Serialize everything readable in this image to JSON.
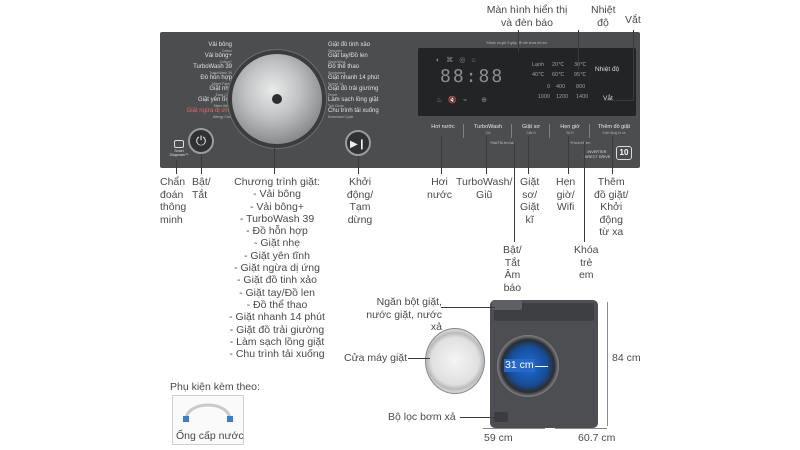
{
  "panel": {
    "left_programs": [
      {
        "label": "Vải bông",
        "sub": "Cotton"
      },
      {
        "label": "Vải bông+",
        "sub": "Cotton+"
      },
      {
        "label": "TurboWash 39",
        "sub": "TurboWash 39"
      },
      {
        "label": "Đồ hỗn hợp",
        "sub": "Mixed Fabric"
      },
      {
        "label": "Giặt nhẹ",
        "sub": "Easy Care"
      },
      {
        "label": "Giặt yên tĩnh",
        "sub": "Silent Wash"
      },
      {
        "label": "Giặt ngừa dị ứng",
        "sub": "Allergy Care"
      }
    ],
    "right_programs": [
      {
        "label": "Giặt đồ tinh xảo",
        "sub": "Delicates"
      },
      {
        "label": "Giặt tay/Đồ len",
        "sub": "Hand/Wool"
      },
      {
        "label": "Đồ thể thao",
        "sub": "Sportswear"
      },
      {
        "label": "Giặt nhanh 14 phút",
        "sub": "Speed 14"
      },
      {
        "label": "Giặt đồ trải giường",
        "sub": "Duvet"
      },
      {
        "label": "Làm sạch lồng giặt",
        "sub": "Tub Clean"
      },
      {
        "label": "Chu trình tải xuống",
        "sub": "Download Cycle"
      }
    ],
    "smart_diag": "Smart Diagnosis™",
    "power_icon": "power-icon",
    "start_icon": "play-pause-icon",
    "display_hint": "*Nhấn và giữ 3 giây để mở khóa trẻ em",
    "digits": "88:88",
    "temp_col": [
      "Lạnh",
      "20℃",
      "40℃",
      "60℃"
    ],
    "temp_col2": [
      "30℃",
      "95℃"
    ],
    "spin_col": [
      "0",
      "400",
      "800",
      "1000",
      "1200",
      "1400"
    ],
    "temp_title": "Nhiệt độ",
    "spin_title": "Vắt",
    "buttons": [
      {
        "label": "Hơi nước",
        "sub": "Steam"
      },
      {
        "label": "TurboWash",
        "sub": "Giũ"
      },
      {
        "label": "Giặt sơ",
        "sub": "Giặt kĩ"
      },
      {
        "label": "Hẹn giờ",
        "sub": "Wi-Fi"
      },
      {
        "label": "Thêm đồ giặt",
        "sub": "Khởi động từ xa"
      }
    ],
    "mute_hint": "*Bật/Tắt âm báo",
    "lock_hint": "*Khóa trẻ em",
    "direct_drive": "INVERTER DIRECT DRIVE",
    "warranty": "10"
  },
  "callouts": {
    "screen": "Màn hình hiển thị\nvà đèn báo",
    "temp": "Nhiệt\nđộ",
    "spin": "Vắt",
    "diag": "Chẩn\nđoán\nthông\nminh",
    "power": "Bật/\nTắt",
    "programs_title": "Chương trình giặt:",
    "programs": [
      "- Vải bông",
      "- Vải bông+",
      "- TurboWash 39",
      "- Đồ hỗn hợp",
      "- Giặt nhẹ",
      "- Giặt yên tĩnh",
      "- Giặt ngừa dị ứng",
      "- Giặt đồ tinh xảo",
      "- Giặt tay/Đồ len",
      "- Đồ thể thao",
      "- Giặt nhanh 14 phút",
      "- Giặt đồ trải giường",
      "- Làm sạch lồng giặt",
      "- Chu trình tải xuống"
    ],
    "start": "Khởi\nđộng/\nTạm\ndừng",
    "steam": "Hơi\nnước",
    "turbo": "TurboWash/\nGiũ",
    "prewash": "Giặt\nsơ/\nGiặt\nkĩ",
    "timer": "Hẹn\ngiờ/\nWifi",
    "addwash": "Thêm\nđồ giặt/\nKhởi\nđộng\ntừ xa",
    "mute": "Bật/\nTắt\nÂm\nbáo",
    "childlock": "Khóa\ntrẻ\nem"
  },
  "machine": {
    "drawer": "Ngăn bột giặt,\nnước giặt, nước xả",
    "door": "Cửa máy giặt",
    "door_size": "31 cm",
    "filter": "Bộ lọc bơm xả",
    "height": "84 cm",
    "width": "59 cm",
    "depth": "60.7 cm"
  },
  "accessory": {
    "title": "Phụ kiện kèm theo:",
    "item": "Ống cấp nước"
  }
}
